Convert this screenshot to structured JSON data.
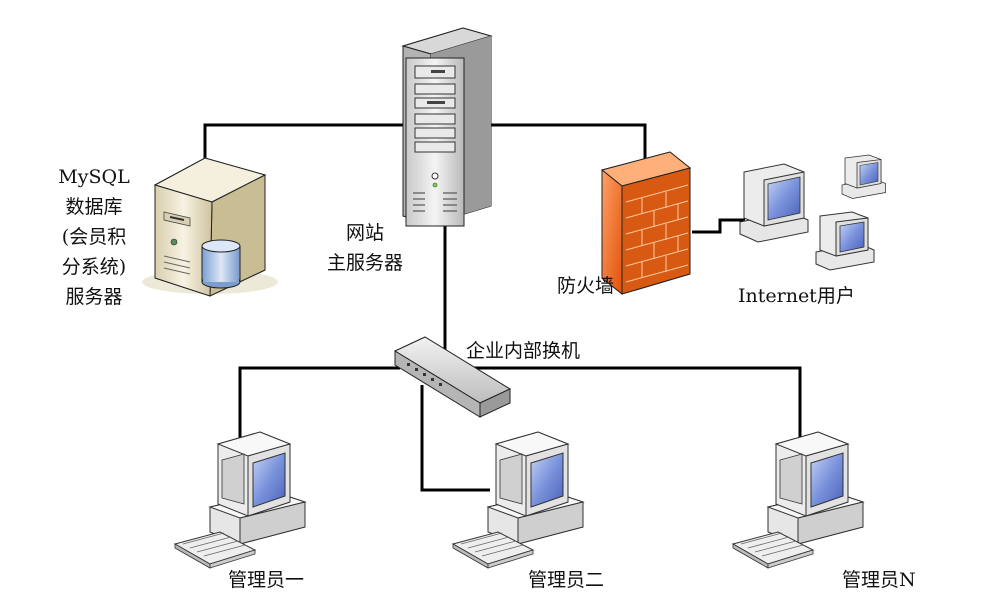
{
  "nodes": {
    "db_server": {
      "label_lines": [
        "MySQL",
        "数据库",
        "(会员积",
        "分系统)",
        "服务器"
      ]
    },
    "web_server": {
      "label_lines": [
        "网站",
        "主服务器"
      ]
    },
    "firewall": {
      "label": "防火墙"
    },
    "internet_users": {
      "label": "Internet用户"
    },
    "switch": {
      "label": "企业内部换机"
    },
    "admin_1": {
      "label": "管理员一"
    },
    "admin_2": {
      "label": "管理员二"
    },
    "admin_n": {
      "label": "管理员N"
    }
  },
  "colors": {
    "line": "#000000",
    "server_body": "#d9d9d9",
    "server_dark": "#8c8c8c",
    "db_body": "#e9e1c6",
    "db_cylinder": "#a9c4e6",
    "firewall": "#f26b1d",
    "screen": "#6f86d6",
    "pc_body": "#e8e8e8"
  }
}
